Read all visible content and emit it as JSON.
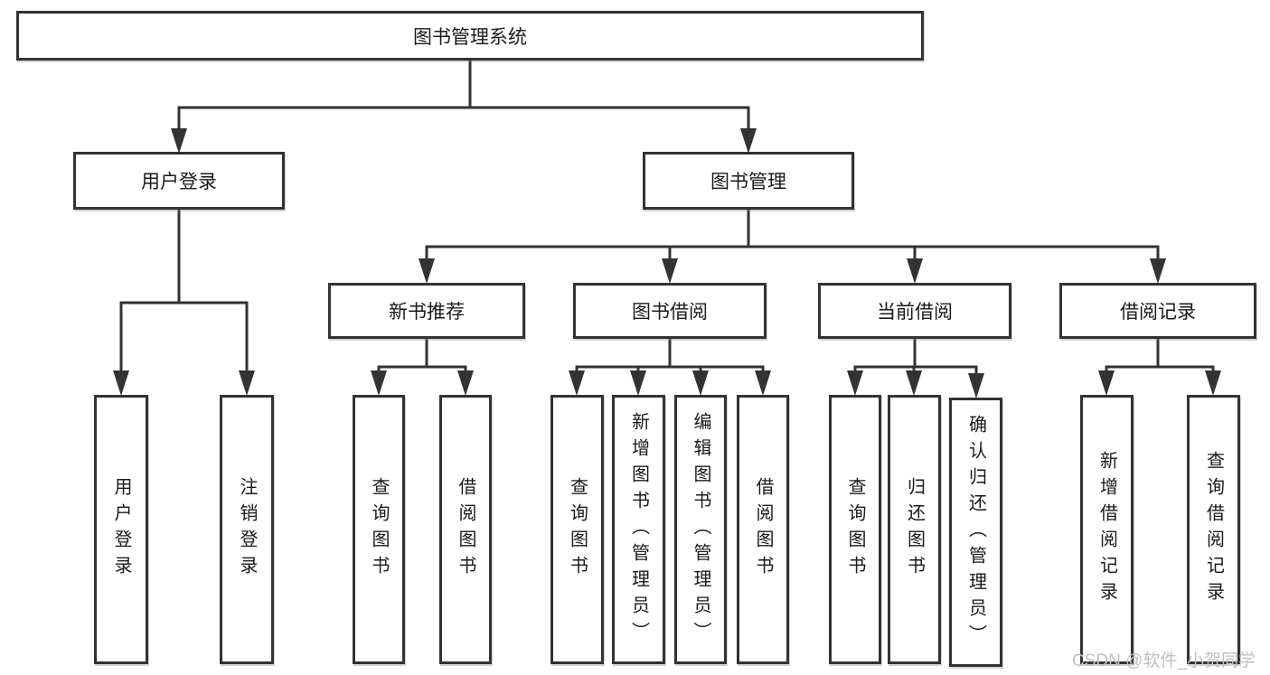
{
  "tree": {
    "root": {
      "label": "图书管理系统"
    },
    "level2": [
      {
        "label": "用户登录"
      },
      {
        "label": "图书管理"
      }
    ],
    "level3": [
      {
        "label": "新书推荐"
      },
      {
        "label": "图书借阅"
      },
      {
        "label": "当前借阅"
      },
      {
        "label": "借阅记录"
      }
    ],
    "leaves": [
      {
        "label": "用户登录"
      },
      {
        "label": "注销登录"
      },
      {
        "label": "查询图书"
      },
      {
        "label": "借阅图书"
      },
      {
        "label": "查询图书"
      },
      {
        "label": "新增图书（管理员）"
      },
      {
        "label": "编辑图书（管理员）"
      },
      {
        "label": "借阅图书"
      },
      {
        "label": "查询图书"
      },
      {
        "label": "归还图书"
      },
      {
        "label": "确认归还（管理员）"
      },
      {
        "label": "新增借阅记录"
      },
      {
        "label": "查询借阅记录"
      }
    ]
  },
  "watermark": {
    "text": "CSDN @软件_小贺同学"
  },
  "colors": {
    "line": "#333333",
    "box_border": "#333333",
    "text": "#1a1a1a",
    "background": "#ffffff",
    "watermark": "#c0c0c0"
  }
}
